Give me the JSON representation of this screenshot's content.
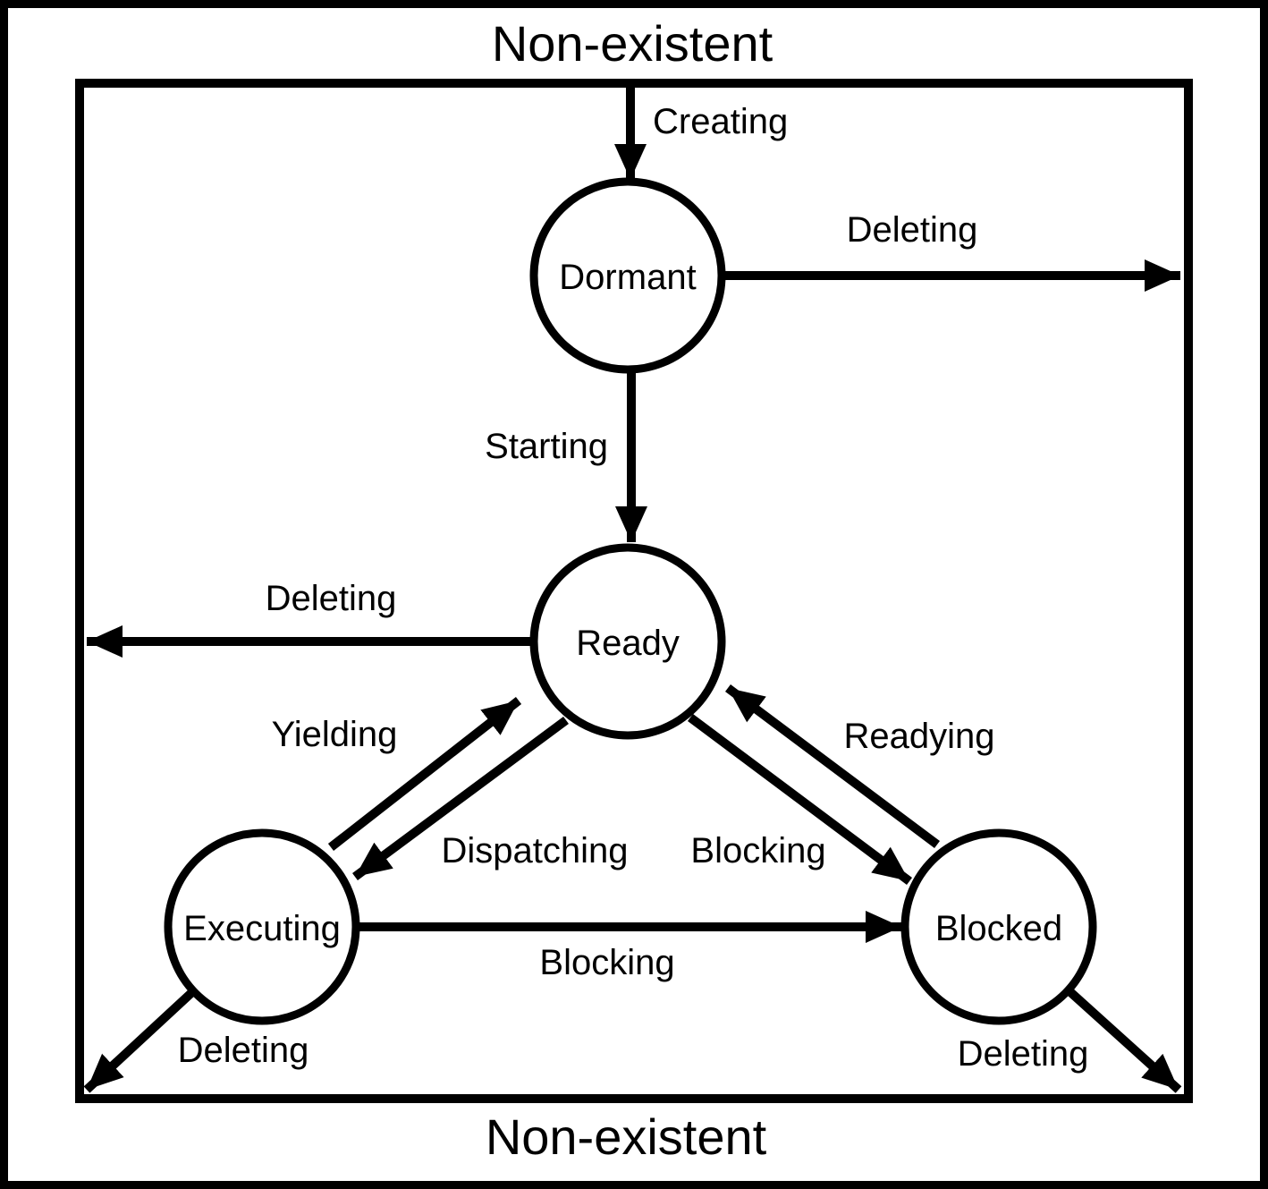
{
  "diagram": {
    "type": "state-transition-diagram",
    "titles": {
      "top": "Non-existent",
      "bottom": "Non-existent"
    },
    "states": [
      {
        "id": "dormant",
        "label": "Dormant"
      },
      {
        "id": "ready",
        "label": "Ready"
      },
      {
        "id": "executing",
        "label": "Executing"
      },
      {
        "id": "blocked",
        "label": "Blocked"
      }
    ],
    "edges": [
      {
        "from": "non-existent",
        "to": "dormant",
        "label": "Creating"
      },
      {
        "from": "dormant",
        "to": "non-existent",
        "label": "Deleting"
      },
      {
        "from": "dormant",
        "to": "ready",
        "label": "Starting"
      },
      {
        "from": "ready",
        "to": "non-existent",
        "label": "Deleting"
      },
      {
        "from": "executing",
        "to": "ready",
        "label": "Yielding"
      },
      {
        "from": "ready",
        "to": "executing",
        "label": "Dispatching"
      },
      {
        "from": "ready",
        "to": "blocked",
        "label": "Blocking"
      },
      {
        "from": "blocked",
        "to": "ready",
        "label": "Readying"
      },
      {
        "from": "executing",
        "to": "blocked",
        "label": "Blocking"
      },
      {
        "from": "executing",
        "to": "non-existent",
        "label": "Deleting"
      },
      {
        "from": "blocked",
        "to": "non-existent",
        "label": "Deleting"
      }
    ],
    "colors": {
      "foreground": "#000000",
      "background": "#ffffff"
    }
  }
}
